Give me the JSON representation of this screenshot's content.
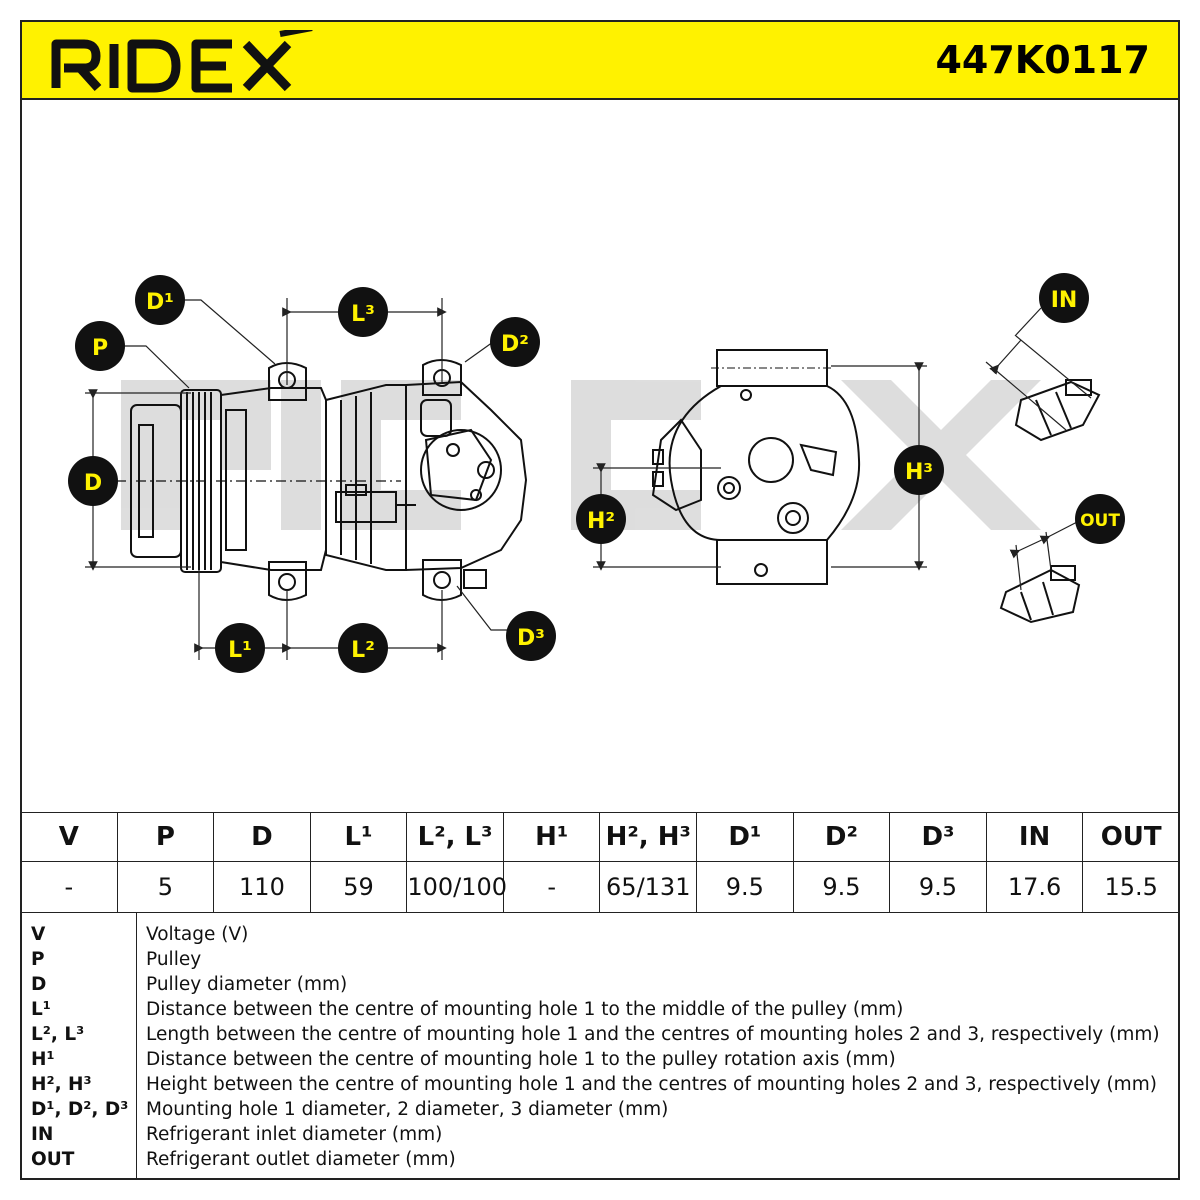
{
  "header": {
    "brand": "RIDEX",
    "part_number": "447K0117"
  },
  "callouts": {
    "d1": "D¹",
    "d2": "D²",
    "d3": "D³",
    "p": "P",
    "d": "D",
    "l1": "L¹",
    "l2": "L²",
    "l3": "L³",
    "h2": "H²",
    "h3": "H³",
    "in": "IN",
    "out": "OUT"
  },
  "spec_table": {
    "headers": [
      "V",
      "P",
      "D",
      "L¹",
      "L², L³",
      "H¹",
      "H², H³",
      "D¹",
      "D²",
      "D³",
      "IN",
      "OUT"
    ],
    "values": [
      "-",
      "5",
      "110",
      "59",
      "100/100",
      "-",
      "65/131",
      "9.5",
      "9.5",
      "9.5",
      "17.6",
      "15.5"
    ]
  },
  "legend": [
    {
      "key": "V",
      "desc": "Voltage (V)"
    },
    {
      "key": "P",
      "desc": "Pulley"
    },
    {
      "key": "D",
      "desc": "Pulley diameter (mm)"
    },
    {
      "key": "L¹",
      "desc": "Distance between the centre of mounting hole 1 to the middle of the pulley (mm)"
    },
    {
      "key": "L², L³",
      "desc": "Length between the centre of mounting hole 1 and the centres of mounting holes 2 and 3, respectively (mm)"
    },
    {
      "key": "H¹",
      "desc": "Distance between the centre of mounting hole 1 to the pulley rotation axis (mm)"
    },
    {
      "key": "H², H³",
      "desc": "Height between the centre of mounting hole 1 and the centres of mounting holes 2 and 3, respectively (mm)"
    },
    {
      "key": "D¹, D², D³",
      "desc": "Mounting hole 1 diameter, 2 diameter, 3 diameter (mm)"
    },
    {
      "key": "IN",
      "desc": "Refrigerant inlet diameter (mm)"
    },
    {
      "key": "OUT",
      "desc": "Refrigerant outlet diameter (mm)"
    }
  ],
  "colors": {
    "accent_yellow": "#fff200",
    "line": "#222222",
    "callout_bg": "#111111"
  }
}
